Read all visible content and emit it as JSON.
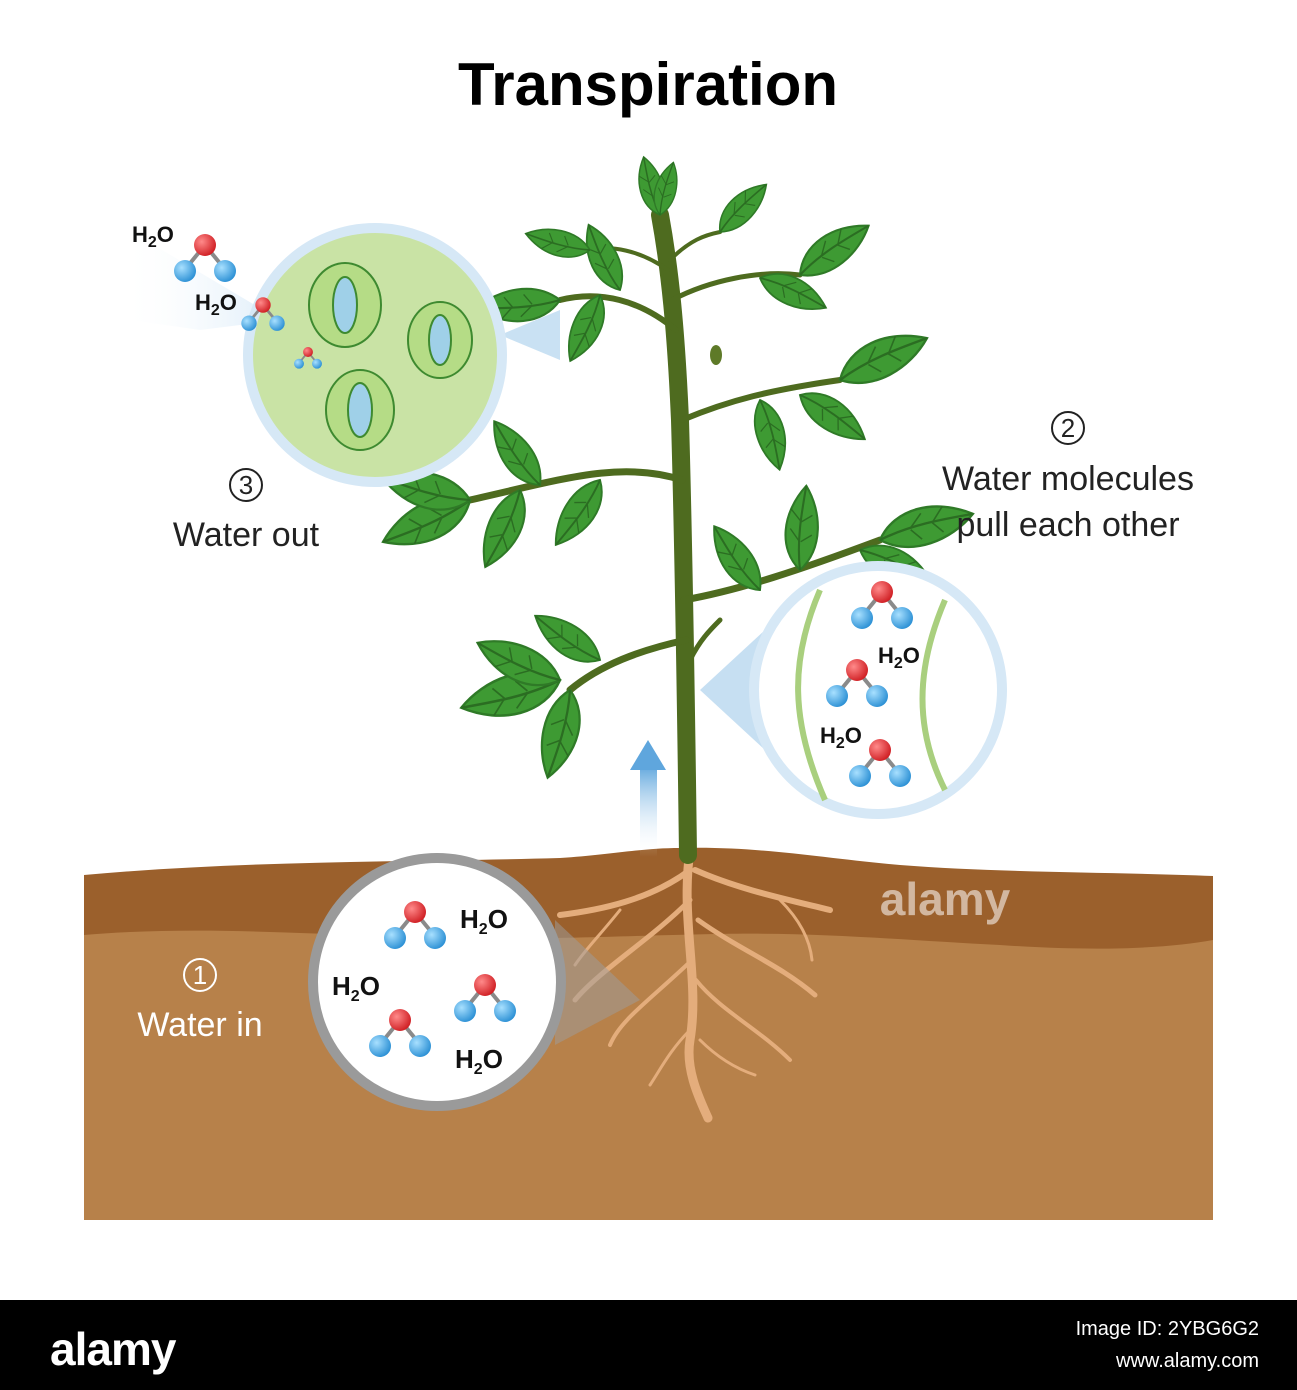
{
  "title": "Transpiration",
  "steps": [
    {
      "number": "1",
      "label": "Water in"
    },
    {
      "number": "2",
      "label_line1": "Water molecules",
      "label_line2": "pull each other"
    },
    {
      "number": "3",
      "label": "Water out"
    }
  ],
  "molecule_labels": {
    "main": "H",
    "subscript": "2",
    "suffix": "O"
  },
  "watermark": "alamy",
  "footer": {
    "logo": "alamy",
    "image_id": "Image ID: 2YBG6G2",
    "url": "www.alamy.com"
  },
  "colors": {
    "soil_top": "#9a5f2c",
    "soil_main": "#b7814a",
    "stem": "#4e6b1f",
    "leaf": "#3f9a35",
    "leaf_light": "#5cb84a",
    "root": "#e8b486",
    "oxygen": "#e0292c",
    "hydrogen": "#3fa7e6",
    "magnify": "#d6e8f6",
    "stomata_bg": "#c9e3a5"
  }
}
